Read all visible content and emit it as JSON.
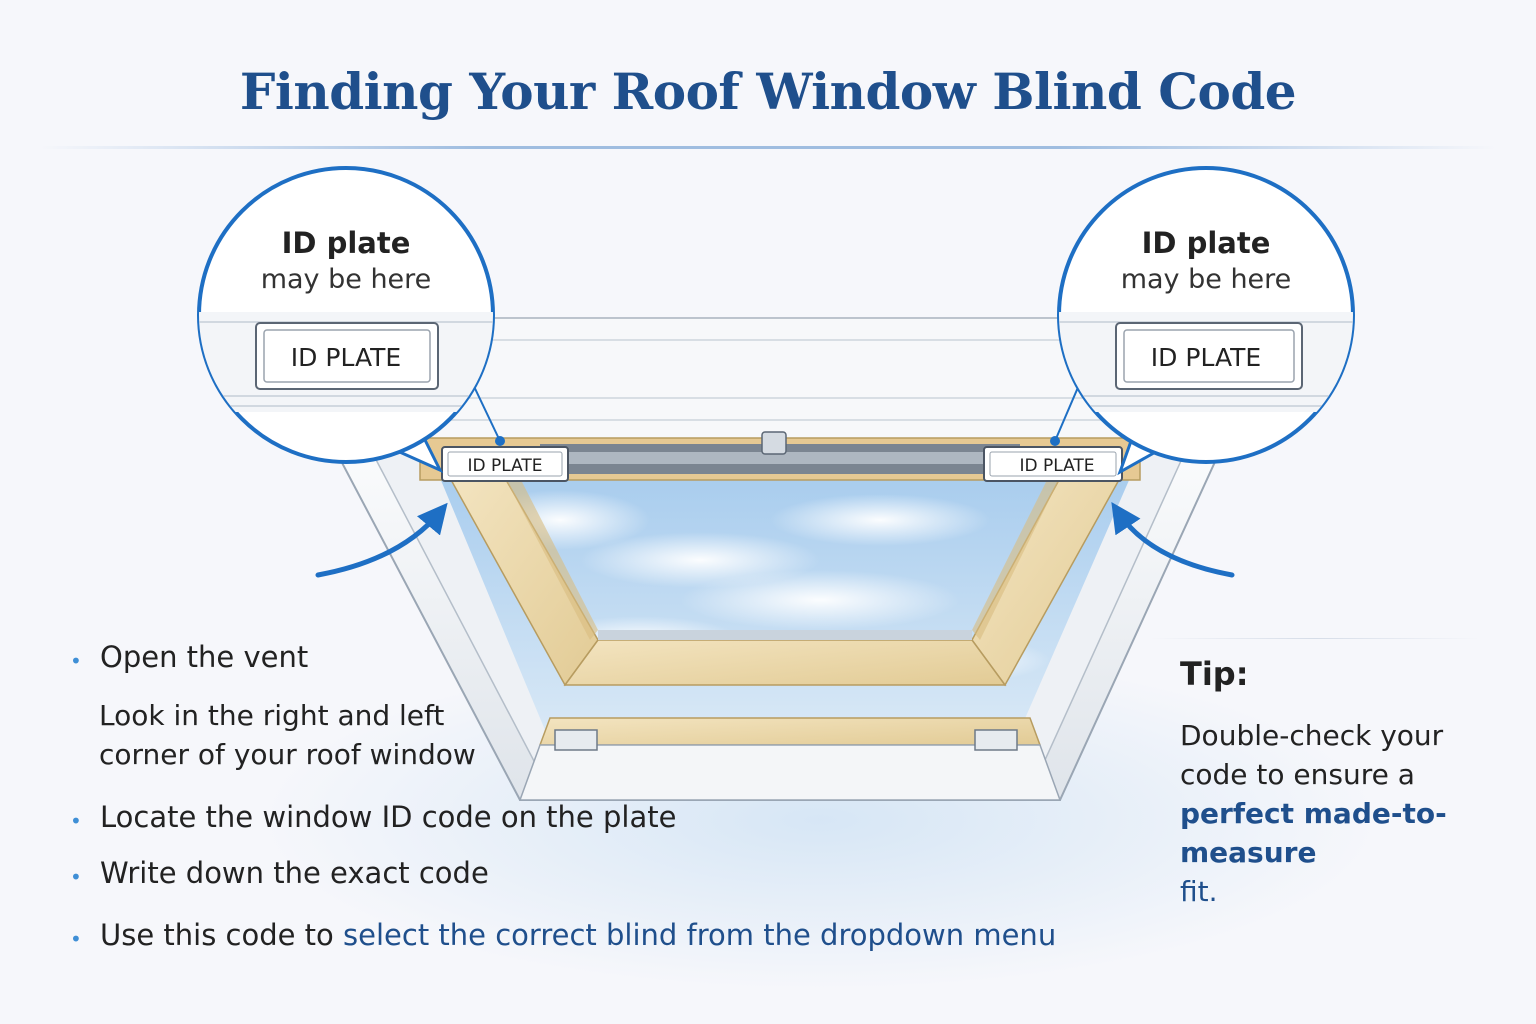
{
  "title": "Finding Your Roof Window Blind Code",
  "callouts": {
    "left": {
      "heading": "ID plate",
      "subheading": "may be here",
      "plate_label": "ID PLATE"
    },
    "right": {
      "heading": "ID plate",
      "subheading": "may be here",
      "plate_label": "ID PLATE"
    }
  },
  "window_plates": {
    "left": "ID PLATE",
    "right": "ID PLATE"
  },
  "steps": {
    "step1": "Open the vent",
    "step1_detail_line1": "Look in the right and left",
    "step1_detail_line2": "corner of your roof window",
    "step2": "Locate the window ID code on the plate",
    "step3": "Write down the exact code",
    "step4_prefix": "Use this code to ",
    "step4_highlight": "select the correct blind from the dropdown menu"
  },
  "tip": {
    "title": "Tip:",
    "line1": "Double-check your",
    "line2": "code to ensure a",
    "highlight": "perfect made-to-measure",
    "line4": "fit."
  },
  "colors": {
    "accent": "#1f4f8c",
    "callout_ring": "#1e6fc4",
    "bullet": "#3f8fd6",
    "frame_wood": "#ecd9ad",
    "sky": "#a9cdee"
  },
  "icons": {
    "bullet": "•"
  }
}
